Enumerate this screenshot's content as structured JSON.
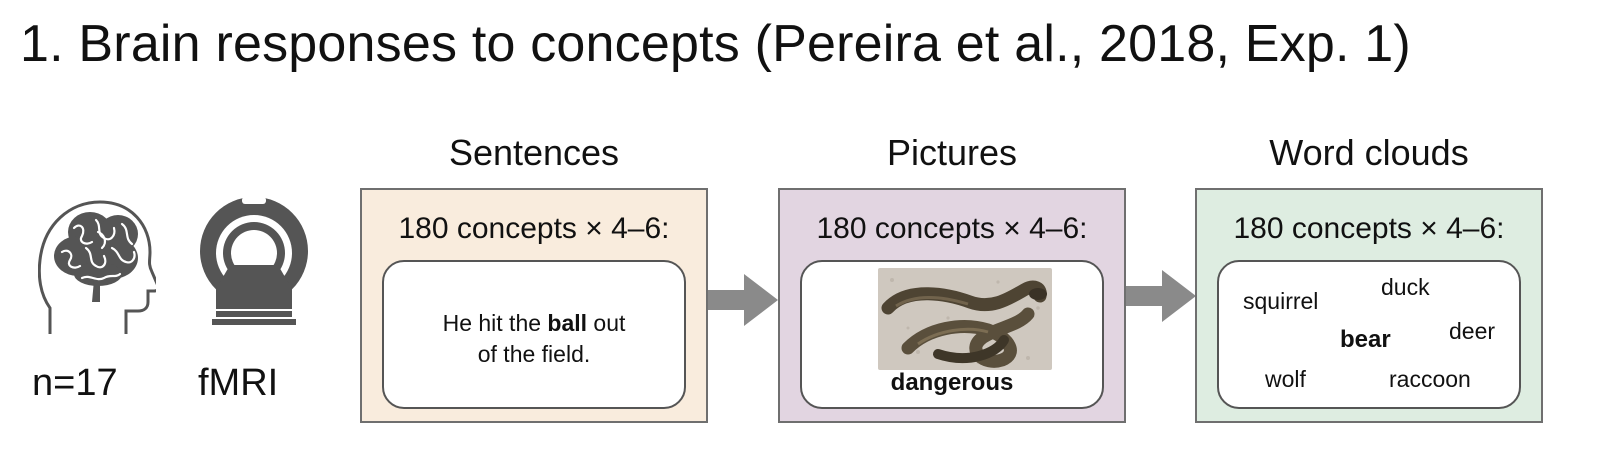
{
  "title": "1. Brain responses to concepts (Pereira et al., 2018, Exp. 1)",
  "participants": {
    "label": "n=17",
    "icon": "head-brain-icon"
  },
  "method": {
    "label": "fMRI",
    "icon": "mri-scanner-icon"
  },
  "panels": [
    {
      "title": "Sentences",
      "subtitle": "180 concepts × 4–6:",
      "bg_color": "#f9ecdd",
      "sentence": {
        "before": "He hit the ",
        "bold": "ball",
        "after_line1": " out",
        "line2": "of the field."
      }
    },
    {
      "title": "Pictures",
      "subtitle": "180 concepts × 4–6:",
      "bg_color": "#e2d5e1",
      "word": "dangerous",
      "image": "snake-photo"
    },
    {
      "title": "Word clouds",
      "subtitle": "180 concepts × 4–6:",
      "bg_color": "#deede1",
      "cloud": {
        "center": "bear",
        "words": [
          "squirrel",
          "duck",
          "deer",
          "wolf",
          "raccoon"
        ]
      }
    }
  ],
  "colors": {
    "border": "#6f6f6f",
    "arrow": "#8a8a8a",
    "icon": "#555555"
  }
}
